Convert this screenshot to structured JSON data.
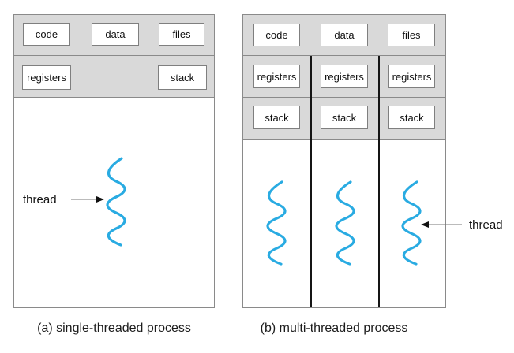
{
  "colors": {
    "thread_blue": "#29abe2",
    "band_gray": "#d9d9d9",
    "panel_border": "#8a8a8a",
    "box_border": "#7f7f7f",
    "divider_black": "#151515",
    "arrow_line_gray": "#777777",
    "arrow_head_black": "#111111"
  },
  "panel_a": {
    "caption": "(a) single-threaded process",
    "resource_boxes": [
      "code",
      "data",
      "files"
    ],
    "register_boxes": [
      "registers"
    ],
    "stack_boxes": [
      "stack"
    ],
    "thread_label": "thread"
  },
  "panel_b": {
    "caption": "(b) multi-threaded process",
    "resource_boxes": [
      "code",
      "data",
      "files"
    ],
    "register_boxes": [
      "registers",
      "registers",
      "registers"
    ],
    "stack_boxes": [
      "stack",
      "stack",
      "stack"
    ],
    "thread_label": "thread"
  }
}
